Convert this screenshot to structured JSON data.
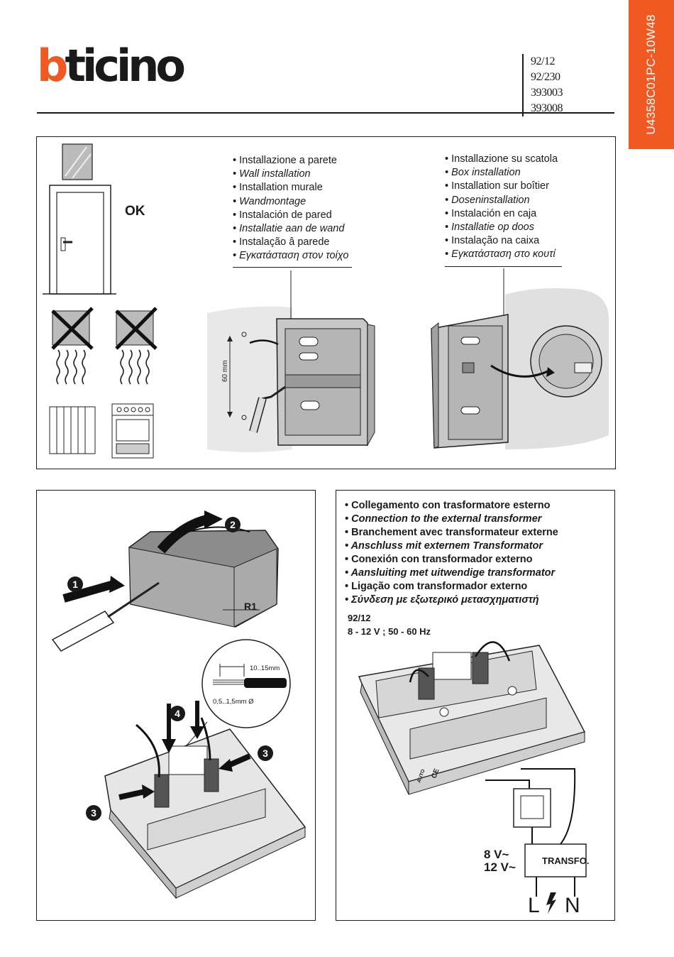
{
  "header": {
    "brand_first": "b",
    "brand_rest": "ticino",
    "product_codes": [
      "92/12",
      "92/230",
      "393003",
      "393008"
    ],
    "document_code": "U4358C01PC-10W48"
  },
  "top_panel": {
    "ok_label": "OK",
    "wall_installation": [
      {
        "text": "Installazione a parete",
        "italic": false
      },
      {
        "text": "Wall installation",
        "italic": true
      },
      {
        "text": "Installation murale",
        "italic": false
      },
      {
        "text": "Wandmontage",
        "italic": true
      },
      {
        "text": "Instalación de pared",
        "italic": false
      },
      {
        "text": "Installatie aan de wand",
        "italic": true
      },
      {
        "text": "Instalação â parede",
        "italic": false
      },
      {
        "text": "Εγκατάσταση στον τοίχο",
        "italic": true
      }
    ],
    "box_installation": [
      {
        "text": "Installazione su scatola",
        "italic": false
      },
      {
        "text": "Box installation",
        "italic": true
      },
      {
        "text": "Installation sur boîtier",
        "italic": false
      },
      {
        "text": "Doseninstallation",
        "italic": true
      },
      {
        "text": "Instalación en caja",
        "italic": false
      },
      {
        "text": "Installatie op doos",
        "italic": true
      },
      {
        "text": "Instalação na caixa",
        "italic": false
      },
      {
        "text": "Εγκατάσταση στο κουτί",
        "italic": true
      }
    ],
    "dimension_label": "60 mm"
  },
  "bottom_left_panel": {
    "step_1": "1",
    "step_2": "2",
    "step_3": "3",
    "step_4": "4",
    "cover_label": "R1",
    "strip_length": "10..15mm",
    "wire_section": "0,5..1,5mm Ø"
  },
  "bottom_right_panel": {
    "connection_title": [
      {
        "text": "Collegamento con trasformatore esterno",
        "italic": false
      },
      {
        "text": "Connection to the external transformer",
        "italic": true
      },
      {
        "text": "Branchement avec transformateur externe",
        "italic": false
      },
      {
        "text": "Anschluss mit externem Transformator",
        "italic": true
      },
      {
        "text": "Conexión con transformador externo",
        "italic": false
      },
      {
        "text": "Aansluiting met uitwendige transformator",
        "italic": true
      },
      {
        "text": " Ligação com transformador externo",
        "italic": false
      },
      {
        "text": "Σύνδεση με εξωτερικό μετασχηματιστή",
        "italic": true
      }
    ],
    "model": "92/12",
    "supply": "8 - 12 V ; 50 - 60 Hz",
    "voltage_8": "8 V~",
    "voltage_12": "12 V~",
    "transformer_label": "TRANSFO.",
    "line_label": "L",
    "neutral_label": "N",
    "auto_label": "AUTO",
    "ce_label": "CE"
  }
}
